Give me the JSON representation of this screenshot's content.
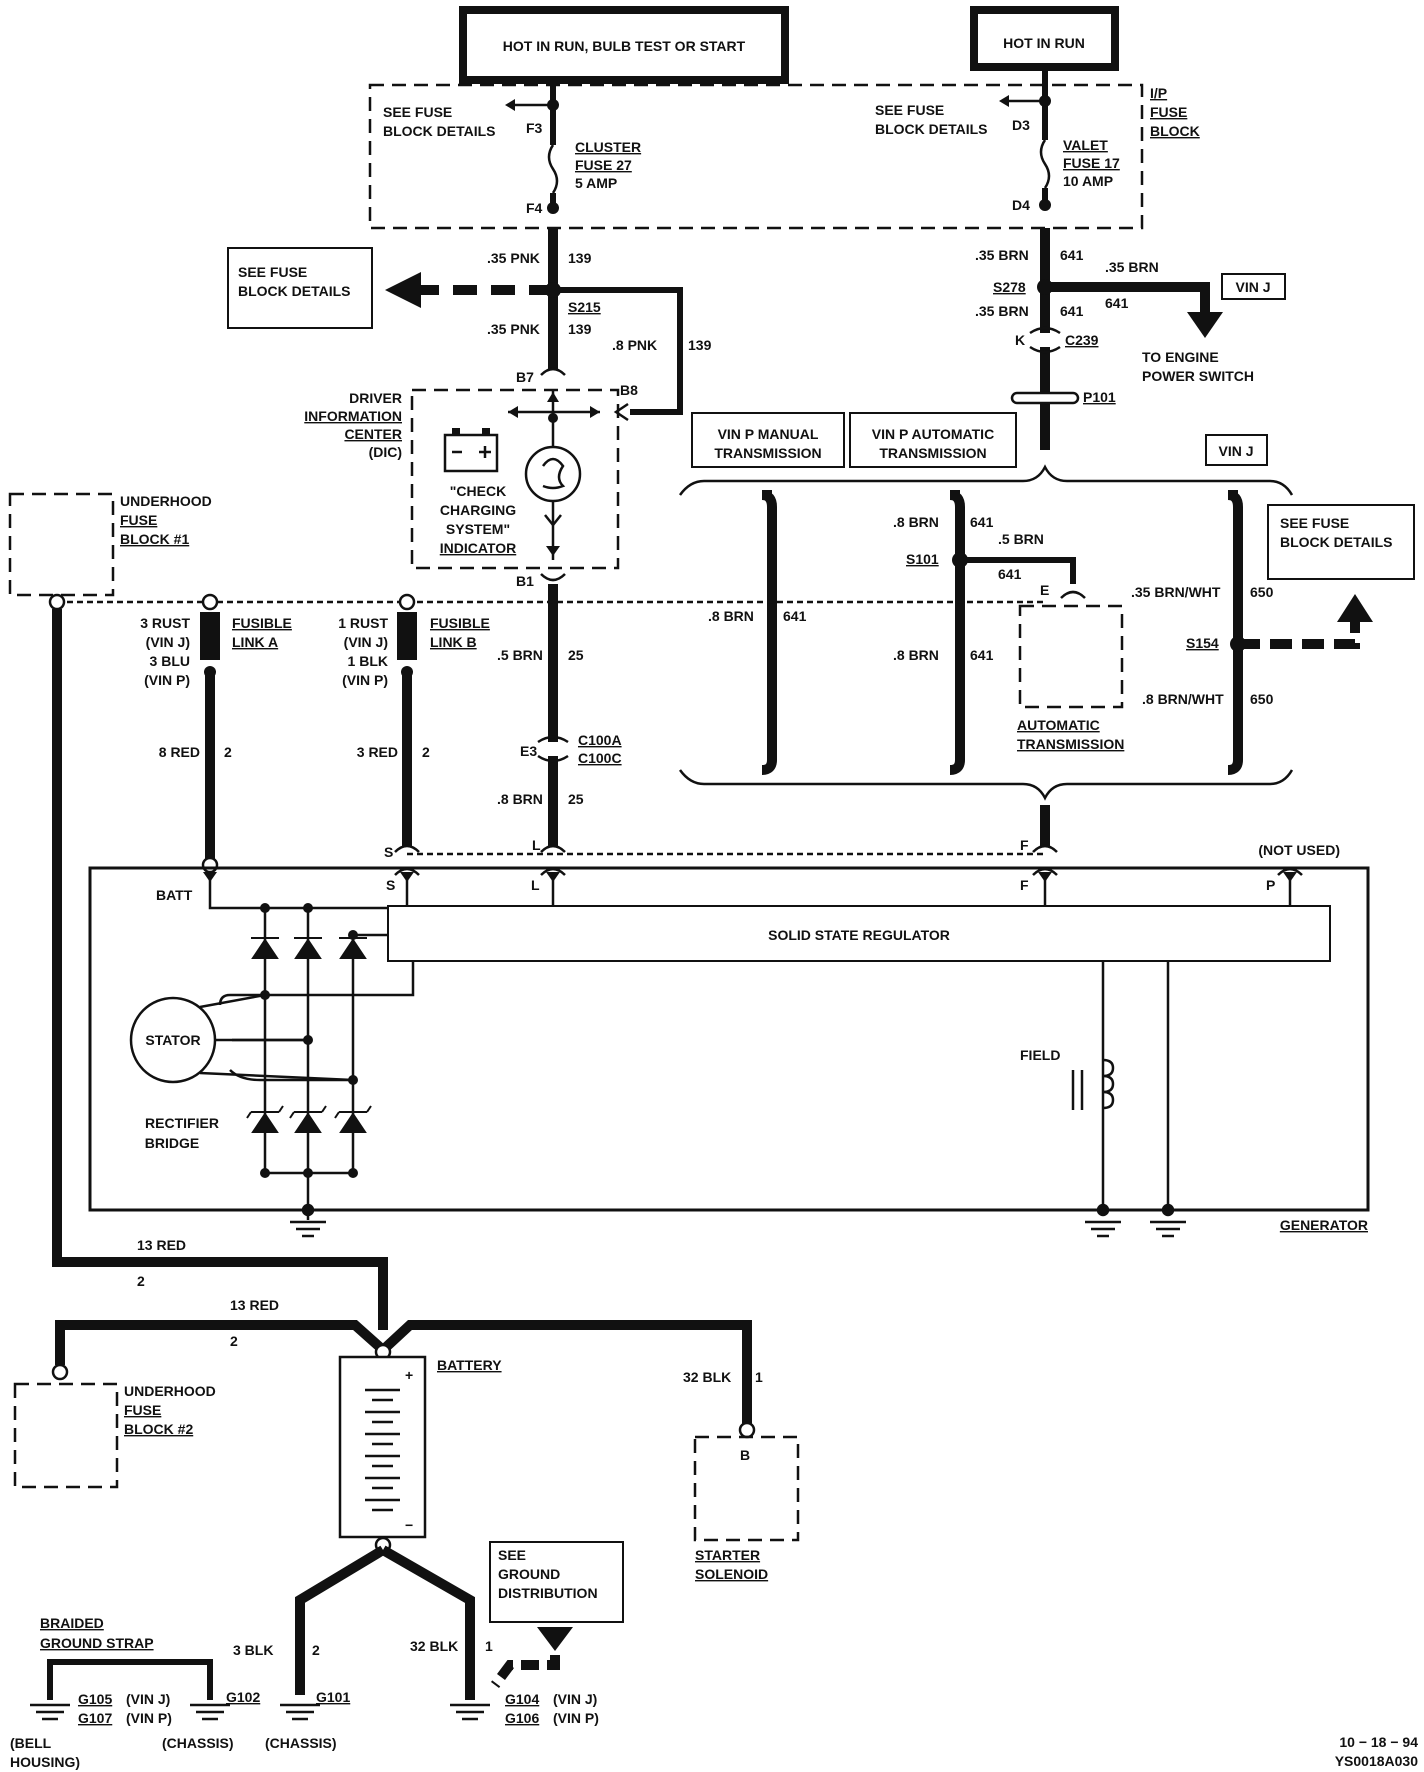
{
  "banners": {
    "hot_run_bulb": "HOT IN RUN, BULB TEST OR START",
    "hot_run": "HOT IN RUN"
  },
  "fuse_block": {
    "see_fuse_left": [
      "SEE FUSE",
      "BLOCK DETAILS"
    ],
    "see_fuse_right": [
      "SEE FUSE",
      "BLOCK DETAILS"
    ],
    "ip_fuse_block": [
      "I/P",
      "FUSE",
      "BLOCK"
    ],
    "cluster_fuse": [
      "CLUSTER",
      "FUSE 27",
      "5 AMP"
    ],
    "valet_fuse": [
      "VALET",
      "FUSE 17",
      "10 AMP"
    ],
    "term_f3": "F3",
    "term_f4": "F4",
    "term_d3": "D3",
    "term_d4": "D4"
  },
  "left_column": {
    "see_fuse_box": [
      "SEE FUSE",
      "BLOCK DETAILS"
    ],
    "w1_size": ".35 PNK",
    "w1_num": "139",
    "s215": "S215",
    "w2_size": ".35 PNK",
    "w2_num": "139",
    "w3_size": ".8 PNK",
    "w3_num": "139",
    "b7": "B7",
    "b8": "B8",
    "b1": "B1",
    "dic_label": [
      "DRIVER",
      "INFORMATION",
      "CENTER",
      "(DIC)"
    ],
    "indicator": [
      "\"CHECK",
      "CHARGING",
      "SYSTEM\"",
      "INDICATOR"
    ],
    "w4_size": ".5 BRN",
    "w4_num": "25",
    "e3": "E3",
    "c100a": "C100A",
    "c100c": "C100C",
    "w5_size": ".8 BRN",
    "w5_num": "25"
  },
  "right_column": {
    "w1_size": ".35 BRN",
    "w1_num": "641",
    "s278": "S278",
    "branch_size": ".35 BRN",
    "branch_num": "641",
    "vin_j": "VIN  J",
    "w2_size": ".35 BRN",
    "w2_num": "641",
    "k": "K",
    "c239": "C239",
    "p101": "P101",
    "to_engine": [
      "TO ENGINE",
      "POWER SWITCH"
    ]
  },
  "options": {
    "vin_p_manual": [
      "VIN P MANUAL",
      "TRANSMISSION"
    ],
    "vin_p_auto": [
      "VIN P AUTOMATIC",
      "TRANSMISSION"
    ],
    "vin_j": "VIN J",
    "manual_size": ".8 BRN",
    "manual_num": "641",
    "auto_top_size": ".8  BRN",
    "auto_top_num": "641",
    "s101": "S101",
    "auto_branch_size": ".5 BRN",
    "auto_branch_num": "641",
    "e_term": "E",
    "auto_bot_size": ".8 BRN",
    "auto_bot_num": "641",
    "automatic_transmission": [
      "AUTOMATIC",
      "TRANSMISSION"
    ],
    "vinj_top_size": ".35 BRN/WHT",
    "vinj_top_num": "650",
    "s154": "S154",
    "vinj_bot_size": ".8 BRN/WHT",
    "vinj_bot_num": "650",
    "see_fuse": [
      "SEE FUSE",
      "BLOCK DETAILS"
    ],
    "f_term": "F"
  },
  "underhood1": {
    "label": [
      "UNDERHOOD",
      "FUSE",
      "BLOCK #1"
    ],
    "link_a_wire": [
      "3  RUST",
      "(VIN  J)",
      "3  BLU",
      "(VIN  P)"
    ],
    "link_a_label": [
      "FUSIBLE",
      "LINK A"
    ],
    "link_b_wire": [
      "1  RUST",
      "(VIN  J)",
      "1  BLK",
      "(VIN  P)"
    ],
    "link_b_label": [
      "FUSIBLE",
      "LINK B"
    ],
    "a_size": "8 RED",
    "a_num": "2",
    "b_size": "3 RED",
    "b_num": "2",
    "s_term": "S",
    "l_term": "L"
  },
  "generator": {
    "batt": "BATT",
    "s": "S",
    "l": "L",
    "f": "F",
    "p": "P",
    "not_used": "(NOT USED)",
    "regulator": "SOLID STATE REGULATOR",
    "stator": "STATOR",
    "rectifier": [
      "RECTIFIER",
      "BRIDGE"
    ],
    "field": "FIELD",
    "label": "GENERATOR"
  },
  "battery_section": {
    "w13_size": "13 RED",
    "w13_num": "2",
    "w13b_size": "13 RED",
    "w13b_num": "2",
    "battery": "BATTERY",
    "plus": "+",
    "minus": "−",
    "underhood2": [
      "UNDERHOOD",
      "FUSE",
      "BLOCK #2"
    ],
    "w32_size": "32 BLK",
    "w32_num": "1",
    "b_term": "B",
    "starter": [
      "STARTER",
      "SOLENOID"
    ],
    "see_ground": [
      "SEE",
      "GROUND",
      "DISTRIBUTION"
    ],
    "braided": [
      "BRAIDED",
      "GROUND  STRAP"
    ],
    "g105": "G105",
    "g105_vin": "(VIN J)",
    "g107": "G107",
    "g107_vin": "(VIN P)",
    "bell": [
      "(BELL",
      "HOUSING)"
    ],
    "g102": "G102",
    "chassis1": "(CHASSIS)",
    "w3_size": "3  BLK",
    "w3_num": "2",
    "g101": "G101",
    "chassis2": "(CHASSIS)",
    "w32b_size": "32 BLK",
    "w32b_num": "1",
    "g104": "G104",
    "g104_vin": "(VIN J)",
    "g106": "G106",
    "g106_vin": "(VIN P)"
  },
  "footer": {
    "date": "10 − 18 − 94",
    "code": "YS0018A030"
  }
}
